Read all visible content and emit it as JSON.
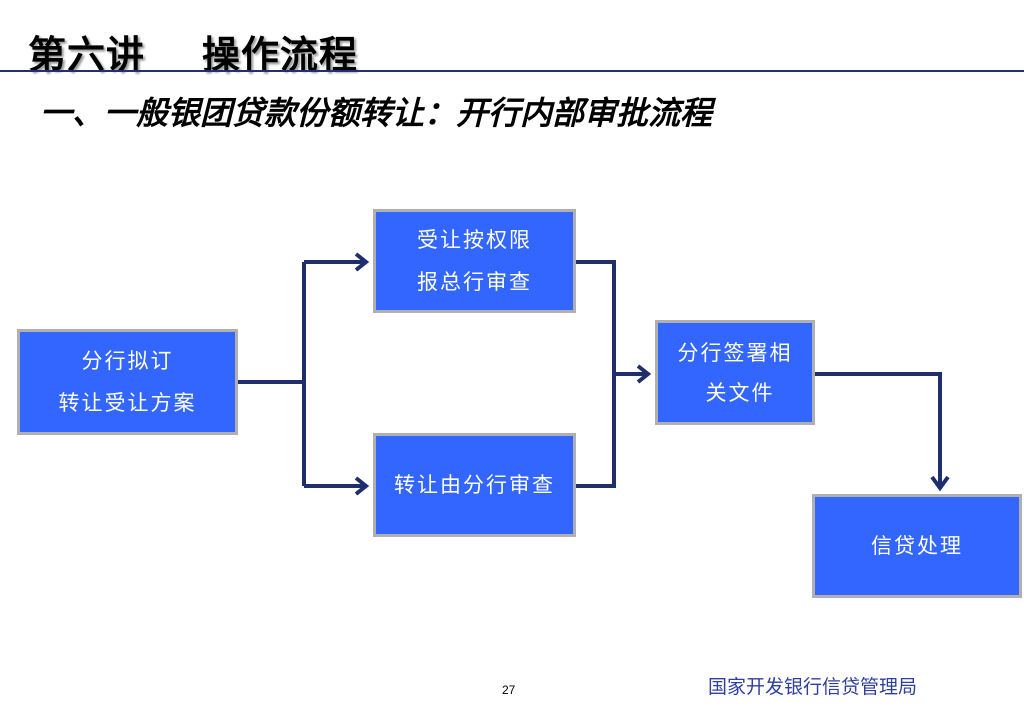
{
  "header": {
    "title": "第六讲    操作流程",
    "subtitle": "一、一般银团贷款份额转让：开行内部审批流程"
  },
  "flow": {
    "draft": {
      "line1": "分行拟订",
      "line2": "转让受让方案"
    },
    "hq_review": {
      "line1": "受让按权限",
      "line2": "报总行审查"
    },
    "branch_review": {
      "line1": "转让由分行审查"
    },
    "sign": {
      "line1": "分行签署相",
      "line2": "关文件"
    },
    "process": {
      "line1": "信贷处理"
    }
  },
  "footer": {
    "page_number": "27",
    "organization": "国家开发银行信贷管理局"
  },
  "colors": {
    "box_fill": "#3366ff",
    "connector": "#1f2f6e",
    "rule": "#1f2f7a"
  }
}
